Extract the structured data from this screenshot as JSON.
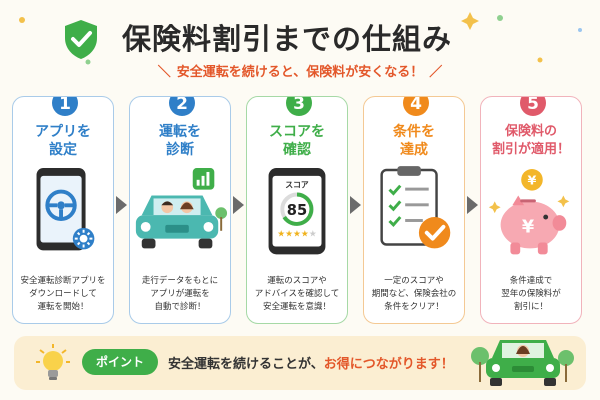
{
  "header": {
    "title": "保険料割引までの仕組み",
    "subtitle": "安全運転を続けると、保険料が安くなる！",
    "slash_left": "＼",
    "slash_right": "／"
  },
  "steps": [
    {
      "number": "1",
      "label_line1": "アプリを",
      "label_line2": "設定",
      "desc_line1": "安全運転診断アプリを",
      "desc_line2": "ダウンロードして",
      "desc_line3": "運転を開始！",
      "color": "#2f7fc8",
      "border": "#a9cbe9"
    },
    {
      "number": "2",
      "label_line1": "運転を",
      "label_line2": "診断",
      "desc_line1": "走行データをもとに",
      "desc_line2": "アプリが運転を",
      "desc_line3": "自動で診断！",
      "color": "#2f7fc8",
      "border": "#a9cbe9"
    },
    {
      "number": "3",
      "label_line1": "スコアを",
      "label_line2": "確認",
      "desc_line1": "運転のスコアや",
      "desc_line2": "アドバイスを確認して",
      "desc_line3": "安全運転を意識！",
      "color": "#3fae49",
      "border": "#a6d9a6",
      "score_label": "スコア",
      "score_value": "85"
    },
    {
      "number": "4",
      "label_line1": "条件を",
      "label_line2": "達成",
      "desc_line1": "一定のスコアや",
      "desc_line2": "期間など、保険会社の",
      "desc_line3": "条件をクリア！",
      "color": "#f08a1c",
      "border": "#f4c994"
    },
    {
      "number": "5",
      "label_line1": "保険料の",
      "label_line2": "割引が適用！",
      "desc_line1": "条件達成で",
      "desc_line2": "翌年の保険料が",
      "desc_line3": "割引に！",
      "color": "#e05a6a",
      "border": "#f1b3bb",
      "coin_symbol": "¥",
      "pig_symbol": "¥"
    }
  ],
  "point": {
    "badge": "ポイント",
    "message_prefix": "安全運転を続けることが、",
    "message_highlight": "お得につながります！"
  },
  "colors": {
    "accent_green": "#3fae49",
    "accent_orange": "#e3572a",
    "blue": "#2f7fc8",
    "pink": "#e05a6a"
  }
}
